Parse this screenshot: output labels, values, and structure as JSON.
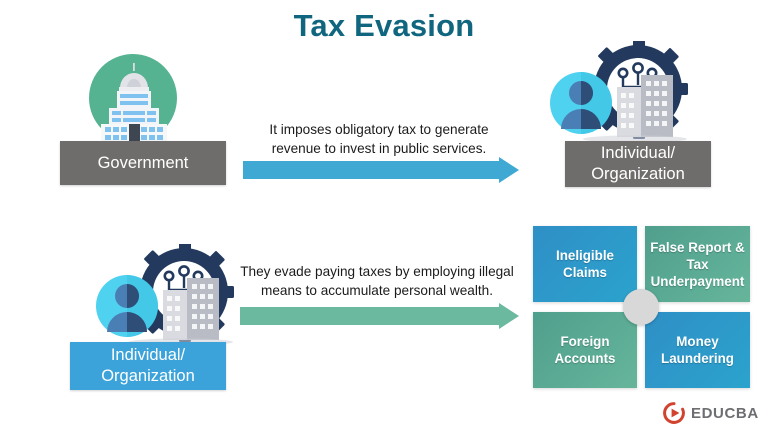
{
  "page": {
    "title": "Tax Evasion",
    "background_color": "#ffffff",
    "title_color": "#11667f"
  },
  "flow_rows": [
    {
      "id": "row-government",
      "source": {
        "label": "Government",
        "plate_color": "#6f6d6b",
        "icon": "government-building-icon",
        "icon_circle_color": "#56b392"
      },
      "arrow": {
        "caption_line1": "It imposes obligatory tax to generate",
        "caption_line2": "revenue to invest in public services.",
        "color": "#3fa9d4"
      },
      "target": {
        "label_line1": "Individual/",
        "label_line2": "Organization",
        "plate_color": "#6f6d6b",
        "icon": "individual-organization-icon"
      }
    },
    {
      "id": "row-individual",
      "source": {
        "label_line1": "Individual/",
        "label_line2": "Organization",
        "plate_color": "#3ba3d9",
        "icon": "individual-organization-icon"
      },
      "arrow": {
        "caption_line1": "They evade paying taxes by employing illegal",
        "caption_line2": "means to accumulate personal wealth.",
        "color": "#6bb99f"
      }
    }
  ],
  "evasion_methods": {
    "center_marker_color": "#d8d8d8",
    "items": [
      {
        "label_line1": "Ineligible",
        "label_line2": "Claims",
        "label_line3": "",
        "color": "#2f8fc6",
        "variant": "blue",
        "position": "top-left"
      },
      {
        "label_line1": "False Report &",
        "label_line2": "Tax",
        "label_line3": "Underpayment",
        "color": "#4f9f8d",
        "variant": "green",
        "position": "top-right"
      },
      {
        "label_line1": "Foreign",
        "label_line2": "Accounts",
        "label_line3": "",
        "color": "#4f9f8d",
        "variant": "green",
        "position": "bottom-left"
      },
      {
        "label_line1": "Money",
        "label_line2": "Laundering",
        "label_line3": "",
        "color": "#2f8fc6",
        "variant": "blue",
        "position": "bottom-right"
      }
    ]
  },
  "branding": {
    "name": "EDUCBA",
    "mark": "educba-circle-play-icon",
    "mark_color": "#d1432f",
    "text_color": "#6d6e71"
  }
}
